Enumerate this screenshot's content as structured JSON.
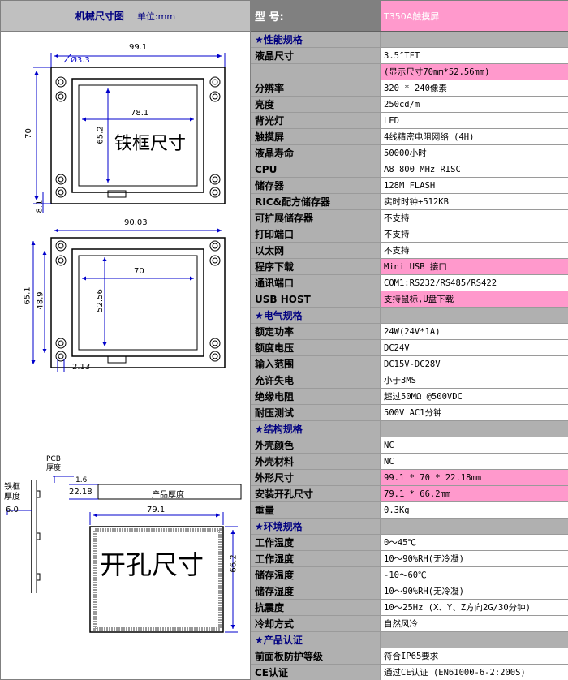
{
  "header": {
    "drawing_title": "机械尺寸图",
    "unit": "单位:mm",
    "model_label": "型    号:",
    "model_value": "T350A触摸屏"
  },
  "drawings": {
    "bezel": {
      "width": "99.1",
      "hole": "Ø3.3",
      "height": "70",
      "inner_width": "78.1",
      "inner_height": "65.2",
      "edge": "8.1",
      "caption": "铁框尺寸"
    },
    "active": {
      "width": "90.03",
      "height_outer": "65.1",
      "height_inner": "48.9",
      "inner_width": "70",
      "inner_height": "52.56",
      "edge": "2.13"
    },
    "side": {
      "pcb_label": "PCB\n厚度",
      "pcb_value": "1.6",
      "frame_label": "铁框\n厚度",
      "frame_value": "6.0",
      "product_value": "22.18",
      "product_label": "产品厚度"
    },
    "cutout": {
      "width": "79.1",
      "height": "66.2",
      "caption": "开孔尺寸"
    }
  },
  "spec_rows": [
    {
      "type": "section",
      "key": "★性能规格",
      "value": ""
    },
    {
      "type": "item",
      "key": "液晶尺寸",
      "value": "3.5″TFT",
      "hl": false
    },
    {
      "type": "item",
      "key": "",
      "value": "(显示尺寸70mm*52.56mm)",
      "hl": true
    },
    {
      "type": "item",
      "key": "分辨率",
      "value": "320 * 240像素",
      "hl": false
    },
    {
      "type": "item",
      "key": "亮度",
      "value": "250cd/m",
      "hl": false
    },
    {
      "type": "item",
      "key": "背光灯",
      "value": "LED",
      "hl": false
    },
    {
      "type": "item",
      "key": "触摸屏",
      "value": "4线精密电阻网络 (4H)",
      "hl": false
    },
    {
      "type": "item",
      "key": "液晶寿命",
      "value": "50000小时",
      "hl": false
    },
    {
      "type": "item",
      "key": "CPU",
      "value": "A8 800 MHz RISC",
      "hl": false
    },
    {
      "type": "item",
      "key": "储存器",
      "value": "128M FLASH",
      "hl": false
    },
    {
      "type": "item",
      "key": "RIC&配方储存器",
      "value": "实时时钟+512KB",
      "hl": false
    },
    {
      "type": "item",
      "key": "可扩展储存器",
      "value": "不支持",
      "hl": false
    },
    {
      "type": "item",
      "key": "打印端口",
      "value": "不支持",
      "hl": false
    },
    {
      "type": "item",
      "key": "以太网",
      "value": "不支持",
      "hl": false
    },
    {
      "type": "item",
      "key": "程序下载",
      "value": "Mini USB 接口",
      "hl": true
    },
    {
      "type": "item",
      "key": "通讯端口",
      "value": "COM1:RS232/RS485/RS422",
      "hl": false
    },
    {
      "type": "item",
      "key": "USB HOST",
      "value": "支持鼠标,U盘下载",
      "hl": true
    },
    {
      "type": "section",
      "key": "★电气规格",
      "value": ""
    },
    {
      "type": "item",
      "key": "额定功率",
      "value": "24W(24V*1A)",
      "hl": false
    },
    {
      "type": "item",
      "key": "额度电压",
      "value": "DC24V",
      "hl": false
    },
    {
      "type": "item",
      "key": "输入范围",
      "value": "DC15V-DC28V",
      "hl": false
    },
    {
      "type": "item",
      "key": "允许失电",
      "value": "小于3MS",
      "hl": false
    },
    {
      "type": "item",
      "key": "绝缘电阻",
      "value": "超过50MΩ @500VDC",
      "hl": false
    },
    {
      "type": "item",
      "key": "耐压测试",
      "value": "500V AC1分钟",
      "hl": false
    },
    {
      "type": "section",
      "key": "★结构规格",
      "value": ""
    },
    {
      "type": "item",
      "key": "外壳颜色",
      "value": "NC",
      "hl": false
    },
    {
      "type": "item",
      "key": "外壳材料",
      "value": "NC",
      "hl": false
    },
    {
      "type": "item",
      "key": "外形尺寸",
      "value": "99.1 * 70 * 22.18mm",
      "hl": true
    },
    {
      "type": "item",
      "key": "安装开孔尺寸",
      "value": "79.1 * 66.2mm",
      "hl": true
    },
    {
      "type": "item",
      "key": "重量",
      "value": "0.3Kg",
      "hl": false
    },
    {
      "type": "section",
      "key": "★环境规格",
      "value": ""
    },
    {
      "type": "item",
      "key": "工作温度",
      "value": "0～45℃",
      "hl": false
    },
    {
      "type": "item",
      "key": "工作湿度",
      "value": "10～90%RH(无冷凝)",
      "hl": false
    },
    {
      "type": "item",
      "key": "储存温度",
      "value": "-10～60℃",
      "hl": false
    },
    {
      "type": "item",
      "key": "储存湿度",
      "value": "10～90%RH(无冷凝)",
      "hl": false
    },
    {
      "type": "item",
      "key": "抗震度",
      "value": "10～25Hz (X、Y、Z方向2G/30分钟)",
      "hl": false
    },
    {
      "type": "item",
      "key": "冷却方式",
      "value": "自然风冷",
      "hl": false
    },
    {
      "type": "section",
      "key": "★产品认证",
      "value": ""
    },
    {
      "type": "item",
      "key": "前面板防护等级",
      "value": "符合IP65要求",
      "hl": false
    },
    {
      "type": "item",
      "key": "CE认证",
      "value": "通过CE认证 (EN61000-6-2:200S)",
      "hl": false
    }
  ]
}
